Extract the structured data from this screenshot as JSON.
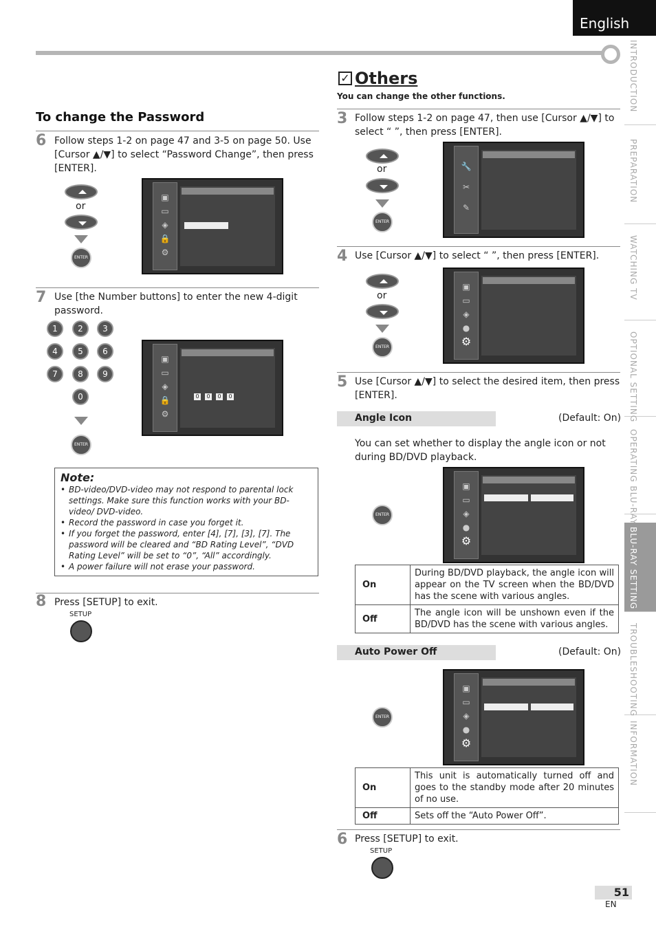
{
  "header": {
    "language": "English"
  },
  "side_tabs": [
    "INTRODUCTION",
    "PREPARATION",
    "WATCHING TV",
    "OPTIONAL SETTING",
    "OPERATING BLU-RAY",
    "BLU-RAY SETTING",
    "TROUBLESHOOTING",
    "INFORMATION"
  ],
  "left": {
    "title": "To change the Password",
    "step6": {
      "num": "6",
      "text": "Follow steps 1-2 on page 47 and 3-5 on page 50. Use [Cursor ▲/▼] to select “Password Change”, then press [ENTER]."
    },
    "or": "or",
    "enter": "ENTER",
    "step7": {
      "num": "7",
      "text": "Use [the Number buttons] to enter the new 4-digit password."
    },
    "numbers": [
      "1",
      "2",
      "3",
      "4",
      "5",
      "6",
      "7",
      "8",
      "9",
      "0"
    ],
    "password_digits": [
      "0",
      "0",
      "0",
      "0"
    ],
    "note": {
      "title": "Note:",
      "items": [
        "BD-video/DVD-video may not respond to parental lock settings. Make sure this function works with your BD-video/ DVD-video.",
        "Record the password in case you forget it.",
        "If you forget the password, enter [4], [7], [3], [7]. The password will be cleared and “BD Rating Level”, “DVD Rating Level” will be set to “0”, “All” accordingly.",
        "A power failure will not erase your password."
      ]
    },
    "step8": {
      "num": "8",
      "text": "Press [SETUP] to exit."
    },
    "setup": "SETUP"
  },
  "right": {
    "title": "Others",
    "subtitle": "You can change the other functions.",
    "step3": {
      "num": "3",
      "text": "Follow steps 1-2 on page 47, then use [Cursor ▲/▼] to select “ ”, then press [ENTER]."
    },
    "step4": {
      "num": "4",
      "text": "Use [Cursor ▲/▼] to select “ ”, then press [ENTER]."
    },
    "step5": {
      "num": "5",
      "text": "Use [Cursor ▲/▼] to select the desired item, then press [ENTER]."
    },
    "angle": {
      "heading": "Angle Icon",
      "default": "(Default: On)",
      "desc": "You can set whether to display the angle icon or not during BD/DVD playback.",
      "rows": [
        {
          "key": "On",
          "val": "During BD/DVD playback, the angle icon will appear on the TV screen when the BD/DVD has the scene with various angles."
        },
        {
          "key": "Off",
          "val": "The angle icon will be unshown even if the BD/DVD has the scene with various angles."
        }
      ]
    },
    "autopower": {
      "heading": "Auto Power Off",
      "default": "(Default: On)",
      "rows": [
        {
          "key": "On",
          "val": "This unit is automatically turned off and goes to the standby mode after 20 minutes of no use."
        },
        {
          "key": "Off",
          "val": "Sets off the “Auto Power Off”."
        }
      ]
    },
    "step6": {
      "num": "6",
      "text": "Press [SETUP] to exit."
    }
  },
  "footer": {
    "page": "51",
    "lang_code": "EN"
  }
}
